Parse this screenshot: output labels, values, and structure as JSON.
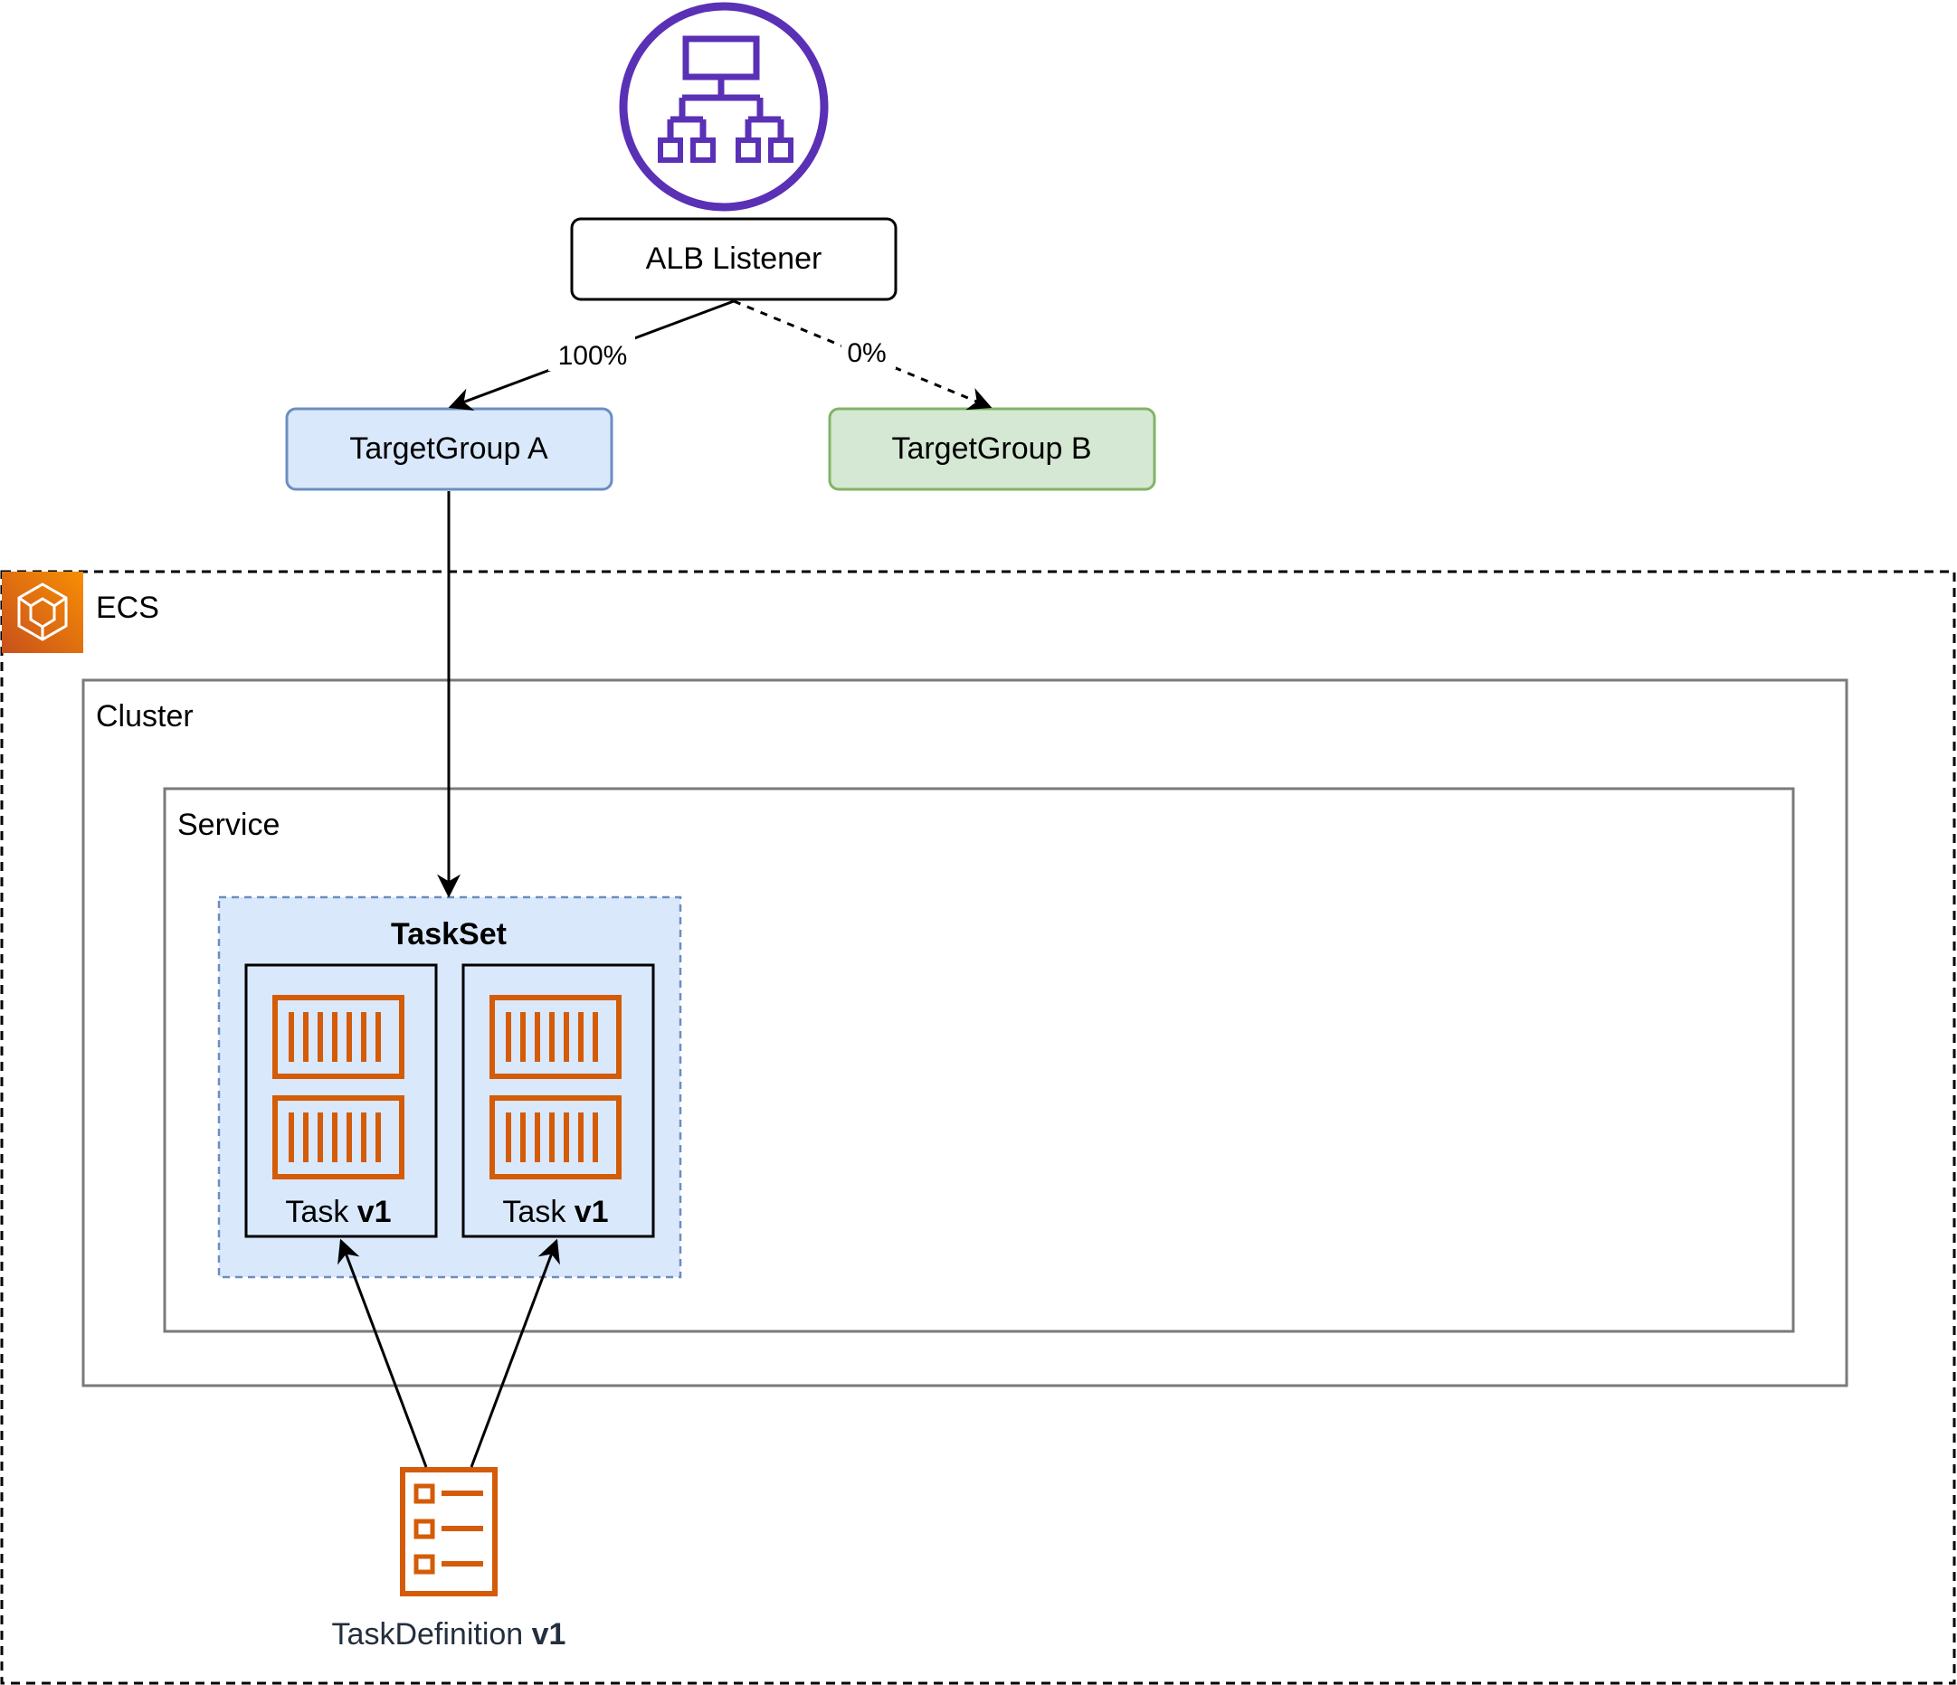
{
  "alb": {
    "icon": "application-load-balancer-icon",
    "listener_label": "ALB Listener"
  },
  "routes": {
    "primary_weight": "100%",
    "secondary_weight": "0%"
  },
  "target_groups": {
    "a": "TargetGroup A",
    "b": "TargetGroup B"
  },
  "ecs": {
    "icon": "ecs-icon",
    "label": "ECS"
  },
  "cluster": {
    "label": "Cluster"
  },
  "service": {
    "label": "Service"
  },
  "taskset": {
    "label": "TaskSet",
    "tasks": [
      {
        "prefix": "Task ",
        "version": "v1"
      },
      {
        "prefix": "Task ",
        "version": "v1"
      }
    ]
  },
  "task_definition": {
    "icon": "task-definition-icon",
    "prefix": "TaskDefinition ",
    "version": "v1"
  },
  "colors": {
    "alb_purple": "#5a30b5",
    "ecs_orange": "#d45b07",
    "tg_a_fill": "#dae8fc",
    "tg_a_stroke": "#6c8ebf",
    "tg_b_fill": "#d5e8d4",
    "tg_b_stroke": "#82b366",
    "container_gray": "#7a7a7a"
  }
}
